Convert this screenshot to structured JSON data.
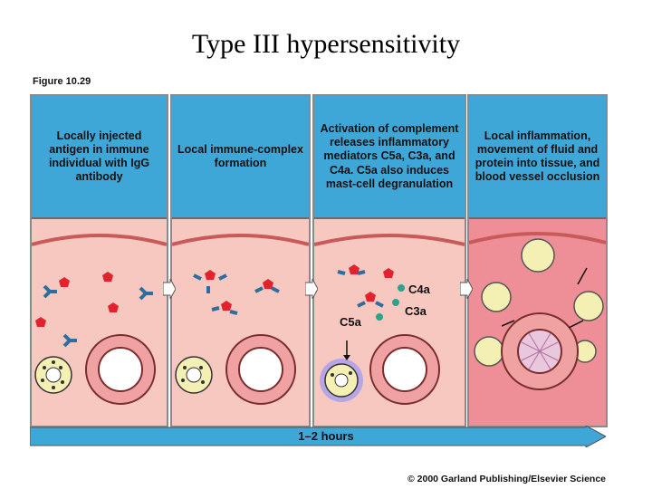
{
  "title": "Type III hypersensitivity",
  "figure_label": "Figure 10.29",
  "stages": [
    {
      "caption": "Locally injected antigen in immune individual with IgG antibody"
    },
    {
      "caption": "Local immune-complex formation"
    },
    {
      "caption": "Activation of complement releases inflammatory mediators C5a, C3a, and C4a. C5a also induces mast-cell degranulation"
    },
    {
      "caption": "Local inflammation, movement of fluid and protein into tissue, and blood vessel occlusion"
    }
  ],
  "mediator_labels": {
    "c4a": "C4a",
    "c3a": "C3a",
    "c5a": "C5a"
  },
  "timeline_label": "1–2 hours",
  "copyright": "© 2000 Garland Publishing/Elsevier Science",
  "colors": {
    "caption_bg": "#3fa7d8",
    "tissue": "#f7c8c0",
    "antigen": "#e2232e",
    "antibody": "#2e6e9e",
    "timebar": "#3fa7d8"
  }
}
